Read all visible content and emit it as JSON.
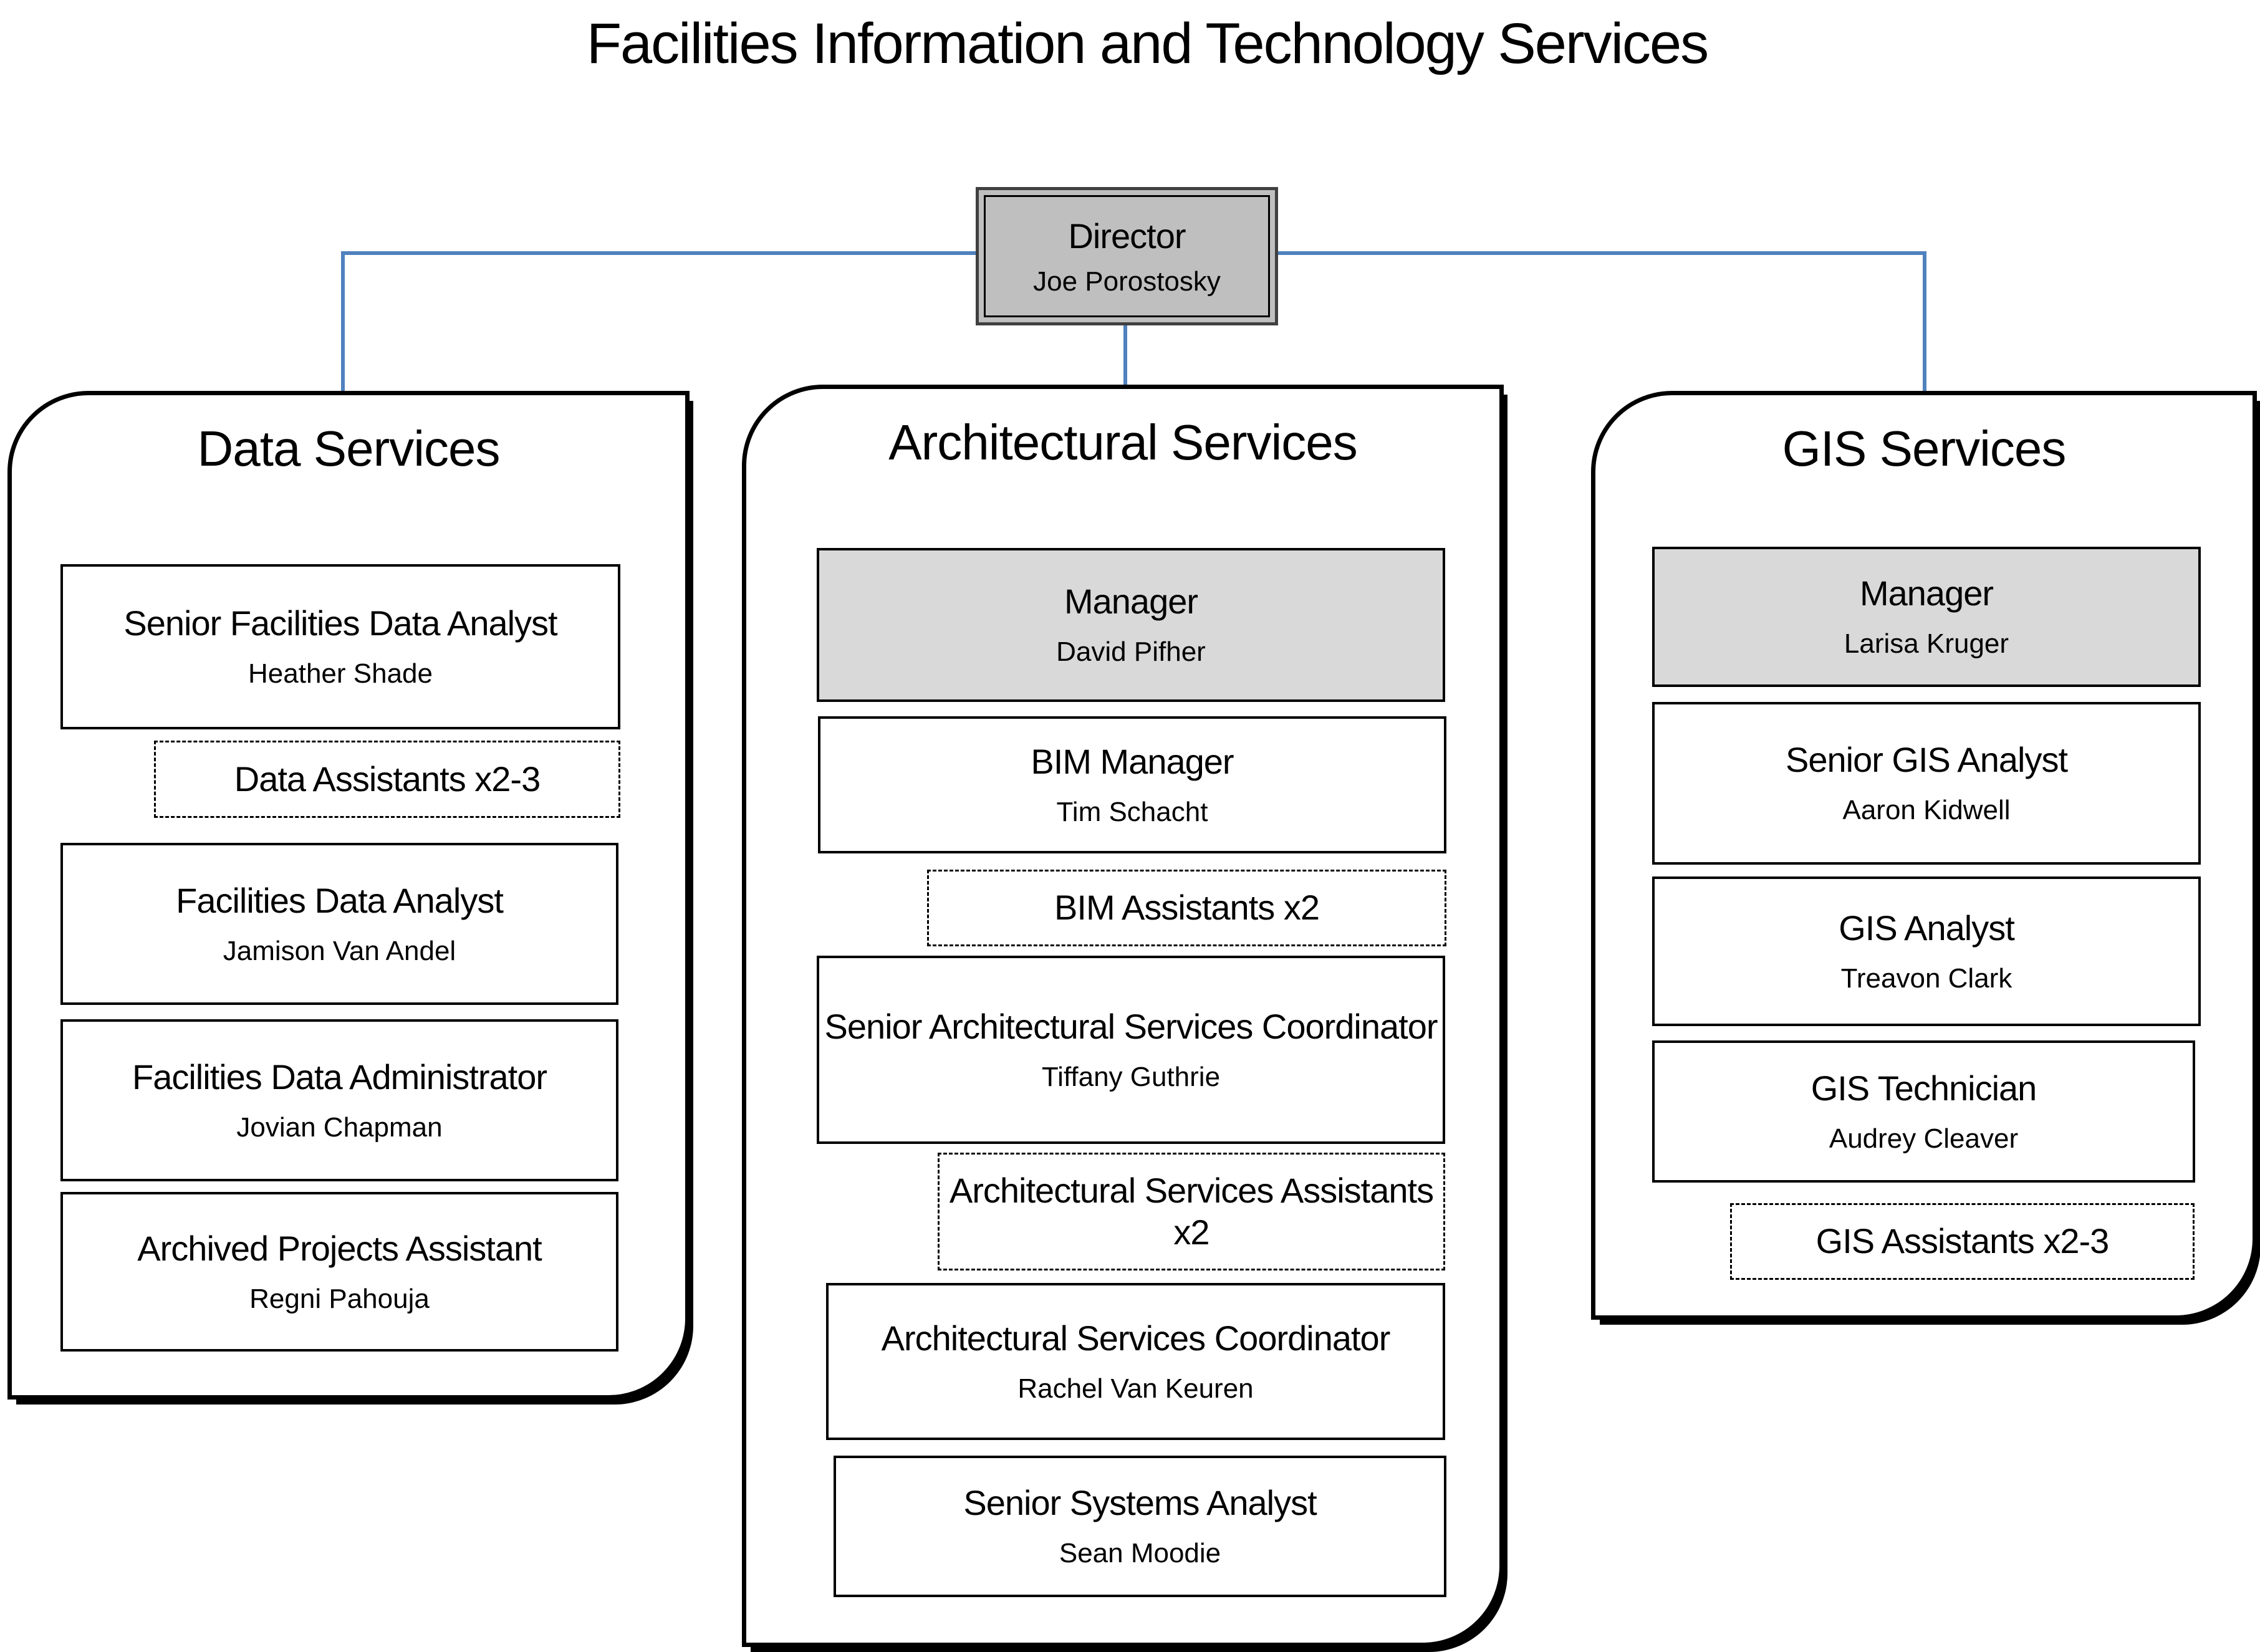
{
  "title": "Facilities Information and Technology Services",
  "director": {
    "role": "Director",
    "name": "Joe Porostosky"
  },
  "colors": {
    "connector_blue": "#4f81bd",
    "director_fill": "#bfbfbf",
    "manager_fill": "#d9d9d9",
    "outline": "#000000"
  },
  "sections": [
    {
      "label": "Data Services",
      "boxes": [
        {
          "type": "solid",
          "title": "Senior Facilities Data Analyst",
          "name": "Heather Shade"
        },
        {
          "type": "dashed",
          "title": "Data Assistants x2-3"
        },
        {
          "type": "solid",
          "title": "Facilities Data Analyst",
          "name": "Jamison Van Andel"
        },
        {
          "type": "solid",
          "title": "Facilities Data Administrator",
          "name": "Jovian Chapman"
        },
        {
          "type": "solid",
          "title": "Archived Projects Assistant",
          "name": "Regni Pahouja"
        }
      ]
    },
    {
      "label": "Architectural Services",
      "boxes": [
        {
          "type": "manager",
          "title": "Manager",
          "name": "David Pifher"
        },
        {
          "type": "solid",
          "title": "BIM Manager",
          "name": "Tim Schacht"
        },
        {
          "type": "dashed",
          "title": "BIM Assistants x2"
        },
        {
          "type": "solid",
          "title": "Senior Architectural Services Coordinator",
          "name": "Tiffany Guthrie"
        },
        {
          "type": "dashed",
          "title": "Architectural Services Assistants x2"
        },
        {
          "type": "solid",
          "title": "Architectural Services Coordinator",
          "name": "Rachel Van Keuren"
        },
        {
          "type": "solid",
          "title": "Senior Systems Analyst",
          "name": "Sean Moodie"
        }
      ]
    },
    {
      "label": "GIS Services",
      "boxes": [
        {
          "type": "manager",
          "title": "Manager",
          "name": "Larisa Kruger"
        },
        {
          "type": "solid",
          "title": "Senior GIS Analyst",
          "name": "Aaron Kidwell"
        },
        {
          "type": "solid",
          "title": "GIS Analyst",
          "name": "Treavon Clark"
        },
        {
          "type": "solid",
          "title": "GIS Technician",
          "name": "Audrey Cleaver"
        },
        {
          "type": "dashed",
          "title": "GIS Assistants x2-3"
        }
      ]
    }
  ]
}
